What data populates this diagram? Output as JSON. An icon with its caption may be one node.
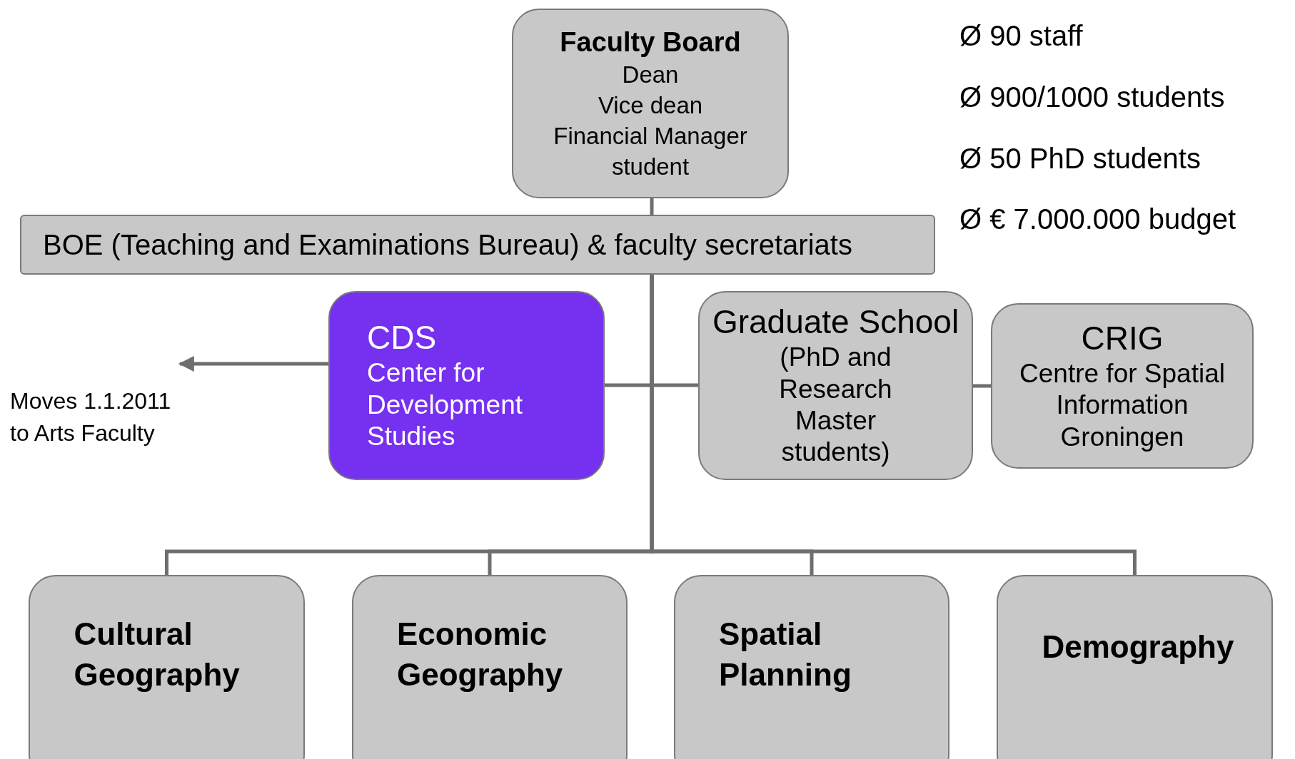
{
  "diagram": {
    "nodes": [
      {
        "text": [
          "Faculty Board",
          "Dean",
          "Vice dean",
          "Financial Manager",
          "student"
        ]
      },
      {
        "text": [
          "BOE (Teaching and Examinations Bureau) & faculty secretariats"
        ]
      },
      {
        "text": [
          "CDS",
          "Center for Development Studies"
        ]
      },
      {
        "text": [
          "Graduate School",
          "(PhD and Research Master students)"
        ]
      },
      {
        "text": [
          "CRIG",
          "Centre for Spatial Information Groningen"
        ]
      },
      {
        "text": [
          "Cultural Geography"
        ]
      },
      {
        "text": [
          "Economic Geography"
        ]
      },
      {
        "text": [
          "Spatial Planning"
        ]
      },
      {
        "text": [
          "Demography"
        ]
      }
    ],
    "edges": [
      {
        "from": 0,
        "to": 1,
        "arrow": "none"
      },
      {
        "from": 1,
        "to": 2,
        "arrow": "none"
      },
      {
        "from": 1,
        "to": 3,
        "arrow": "none"
      },
      {
        "from": 3,
        "to": 4,
        "arrow": "none"
      },
      {
        "from": 2,
        "to": null,
        "arrow": "to"
      },
      {
        "from": 1,
        "to": 5,
        "arrow": "none"
      },
      {
        "from": 1,
        "to": 6,
        "arrow": "none"
      },
      {
        "from": 1,
        "to": 7,
        "arrow": "none"
      },
      {
        "from": 1,
        "to": 8,
        "arrow": "none"
      }
    ],
    "labels": [
      "Ø 90 staff",
      "Ø 900/1000 students",
      "Ø 50 PhD students",
      "Ø € 7.000.000 budget",
      "Moves 1.1.2011 to Arts Faculty"
    ]
  }
}
